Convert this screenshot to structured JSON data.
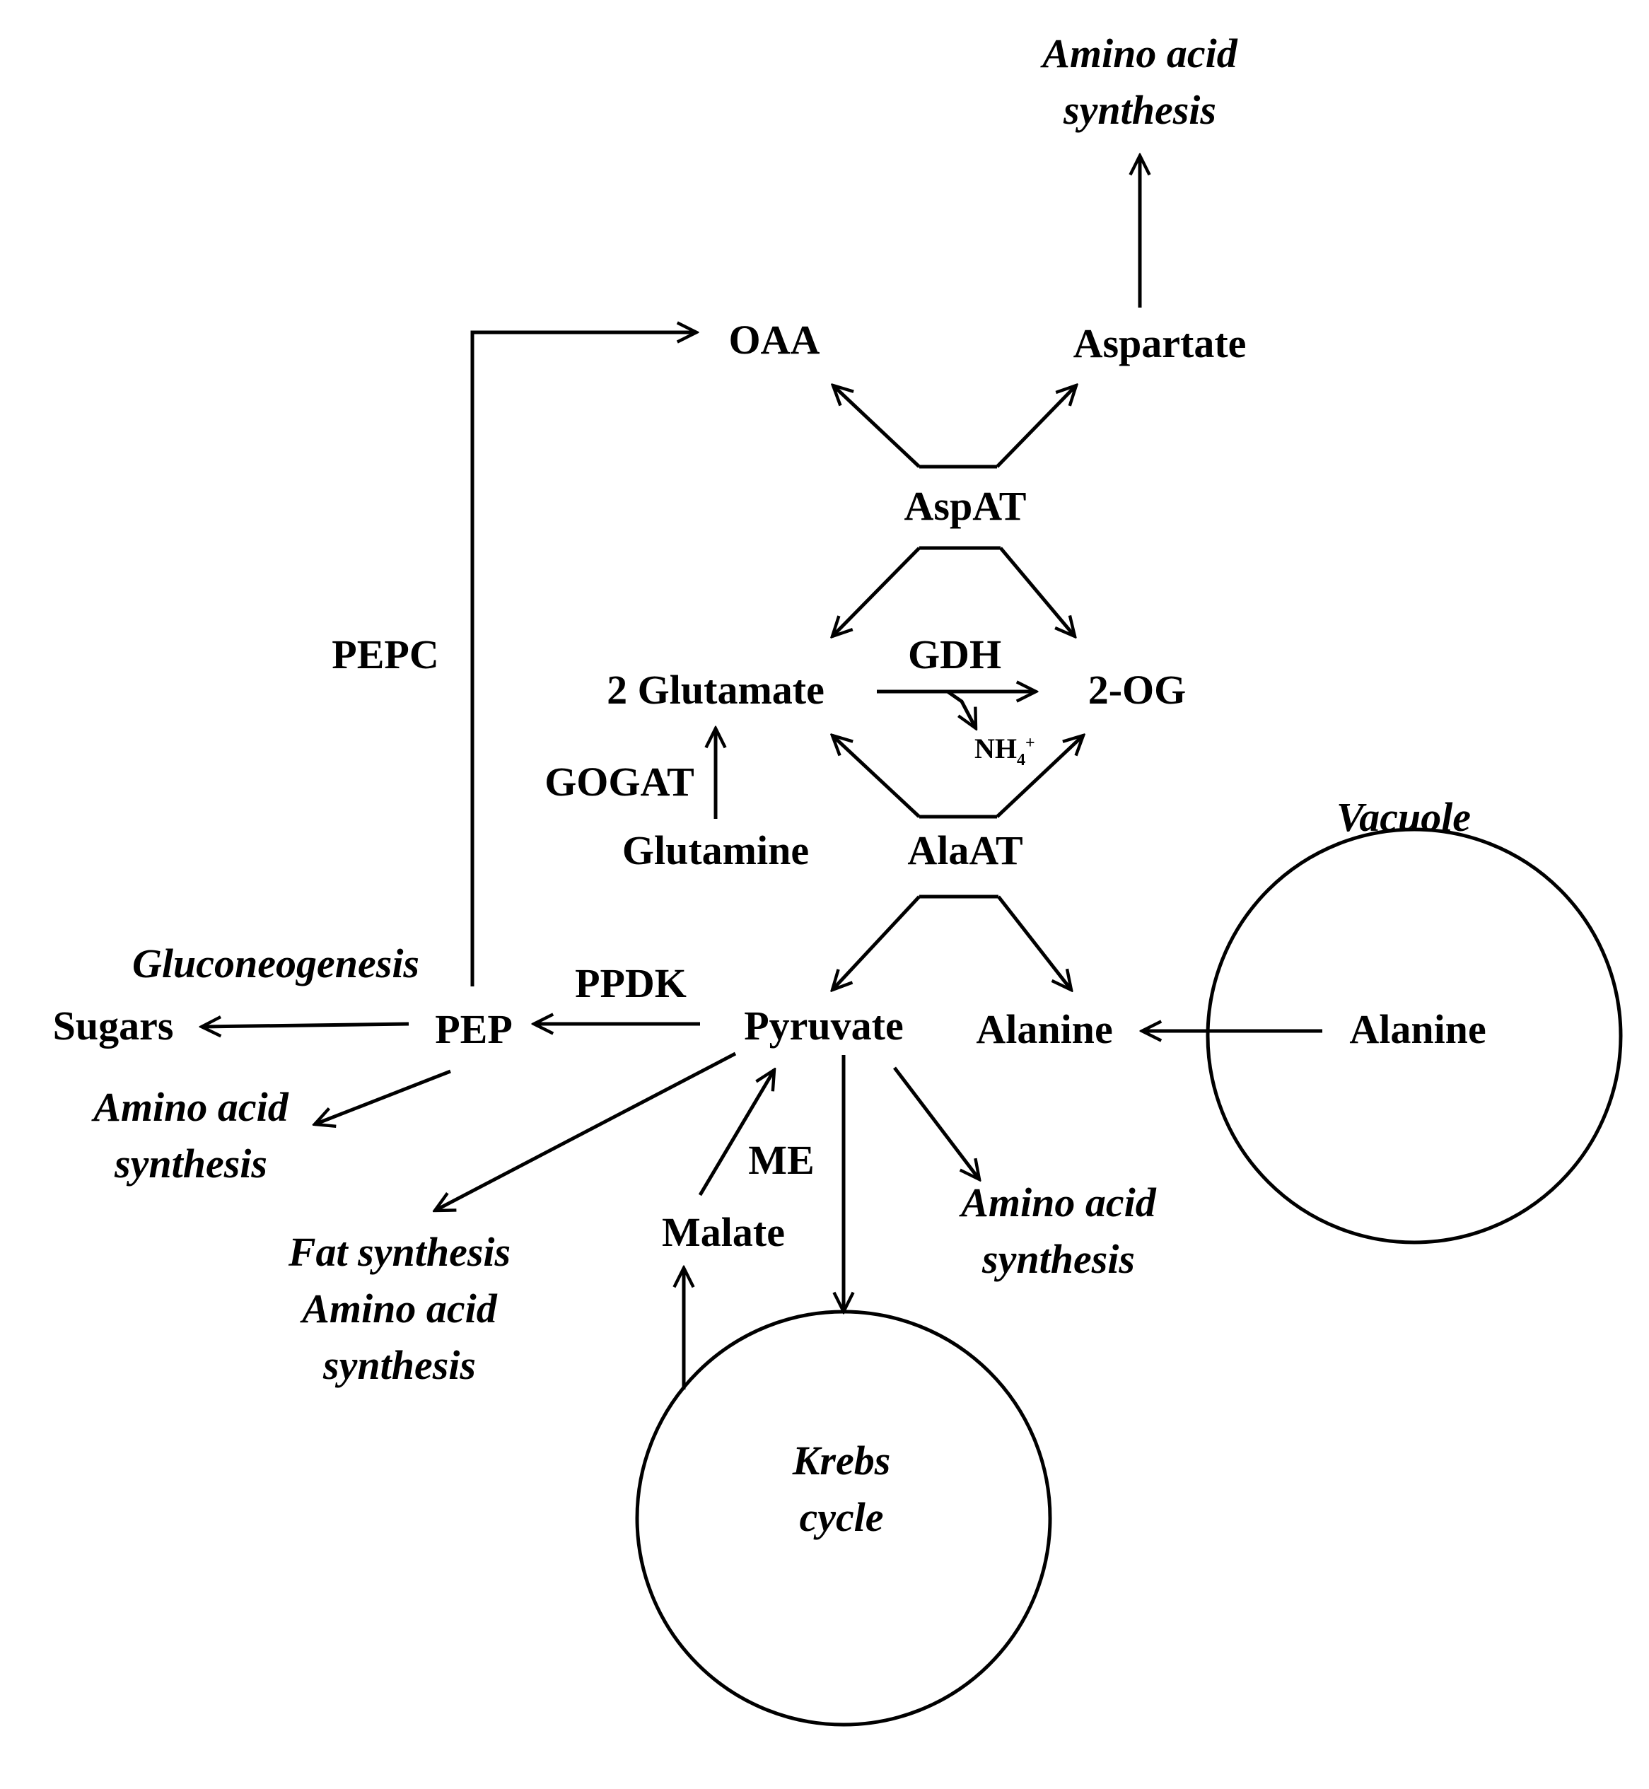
{
  "metabolites": {
    "oaa": "OAA",
    "aspartate": "Aspartate",
    "glutamate": "2 Glutamate",
    "two_og": "2-OG",
    "nh4_main": "NH",
    "nh4_sub": "4",
    "nh4_sup": "+",
    "glutamine": "Glutamine",
    "pyruvate": "Pyruvate",
    "alanine": "Alanine",
    "alanine_vacuole": "Alanine",
    "pep": "PEP",
    "sugars": "Sugars",
    "malate": "Malate"
  },
  "enzymes": {
    "aspat": "AspAT",
    "gdh": "GDH",
    "gogat": "GOGAT",
    "alaat": "AlaAT",
    "pepc": "PEPC",
    "ppdk": "PPDK",
    "me": "ME"
  },
  "processes": {
    "aa_top_line1": "Amino acid",
    "aa_top_line2": "synthesis",
    "gluconeogenesis": "Gluconeogenesis",
    "aa_pep_line1": "Amino acid",
    "aa_pep_line2": "synthesis",
    "fat_line1": "Fat synthesis",
    "fat_line2": "Amino acid",
    "fat_line3": "synthesis",
    "aa_pyr_line1": "Amino acid",
    "aa_pyr_line2": "synthesis"
  },
  "compartments": {
    "vacuole": "Vacuole",
    "krebs_line1": "Krebs",
    "krebs_line2": "cycle"
  }
}
